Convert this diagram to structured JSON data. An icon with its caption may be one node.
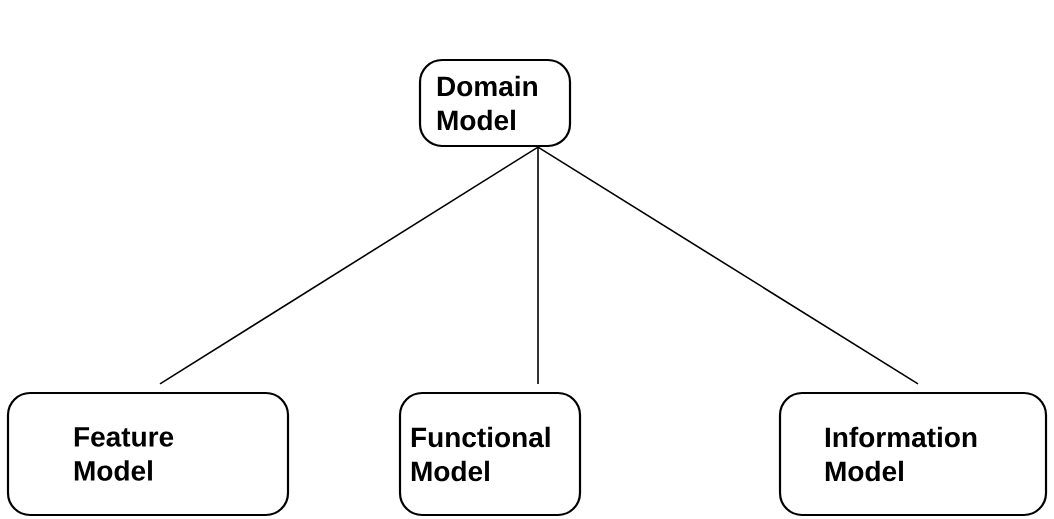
{
  "diagram": {
    "nodes": [
      {
        "text": [
          "Domain Model"
        ]
      },
      {
        "text": [
          "Feature Model"
        ]
      },
      {
        "text": [
          "Functional Model"
        ]
      },
      {
        "text": [
          "Information Model"
        ]
      }
    ],
    "edges": [
      {
        "from": 0,
        "to": 1,
        "arrow": "none"
      },
      {
        "from": 0,
        "to": 2,
        "arrow": "none"
      },
      {
        "from": 0,
        "to": 3,
        "arrow": "none"
      }
    ]
  }
}
